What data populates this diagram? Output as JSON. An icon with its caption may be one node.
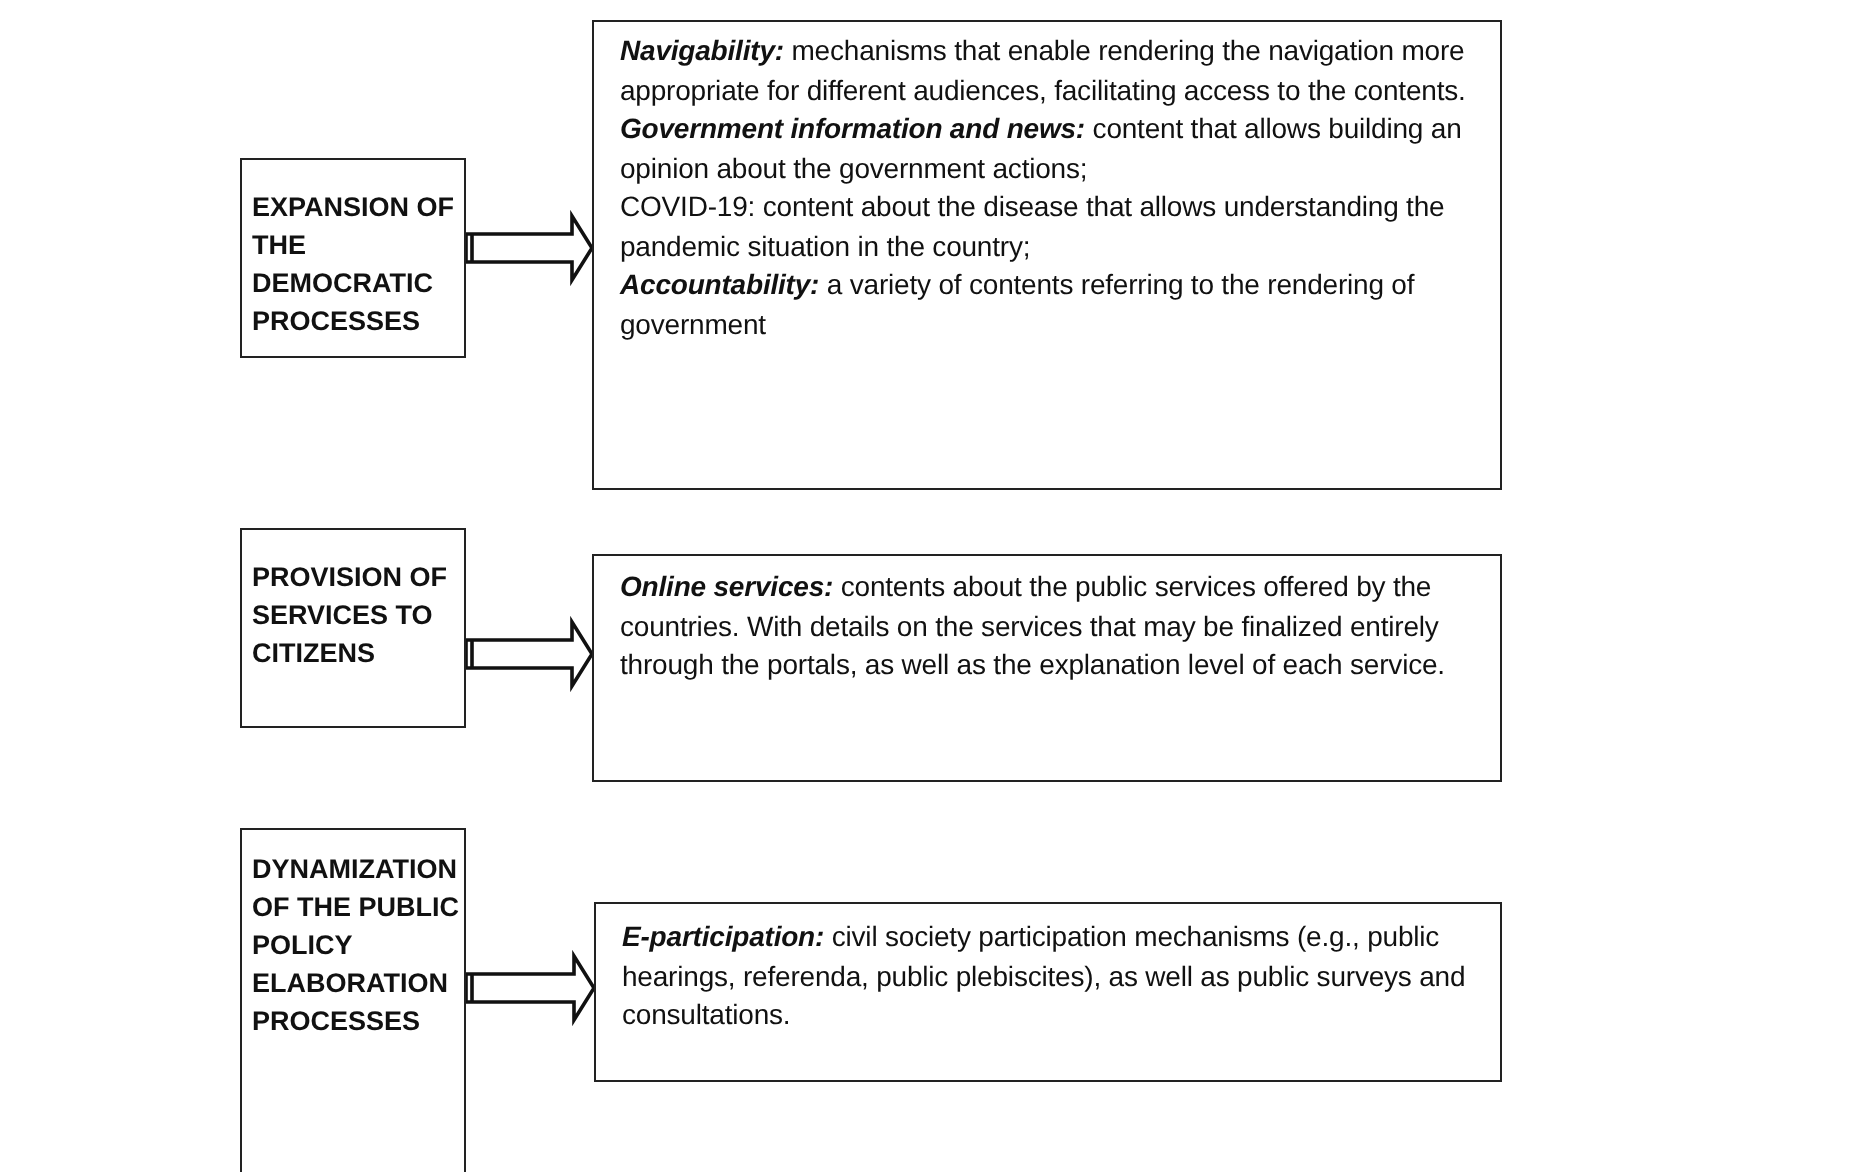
{
  "diagram": {
    "nodes": [
      {
        "text": [
          "EXPANSION OF THE DEMOCRATIC PROCESSES"
        ]
      },
      {
        "text": [
          "**Navigability:** mechanisms that enable rendering the navigation more appropriate for different audiences, facilitating access to the contents.",
          "**Government information and news:** content that allows building an opinion about the government actions;",
          "COVID-19: content about the disease that allows understanding the pandemic situation in the country;",
          "**Accountability:** a variety of contents referring to the rendering of government"
        ]
      },
      {
        "text": [
          "PROVISION OF SERVICES TO CITIZENS"
        ]
      },
      {
        "text": [
          "**Online services:** contents about the public services offered by the countries. With details on the services that may be finalized entirely through the portals, as well as the explanation level of each service."
        ]
      },
      {
        "text": [
          "DYNAMIZATION OF THE PUBLIC POLICY ELABORATION PROCESSES"
        ]
      },
      {
        "text": [
          "**E-participation:** civil society participation mechanisms (e.g., public hearings, referenda, public plebiscites), as well as public surveys and consultations."
        ]
      }
    ],
    "edges": [
      {
        "from": 0,
        "to": 1,
        "arrow": "to"
      },
      {
        "from": 2,
        "to": 3,
        "arrow": "to"
      },
      {
        "from": 4,
        "to": 5,
        "arrow": "to"
      }
    ]
  }
}
